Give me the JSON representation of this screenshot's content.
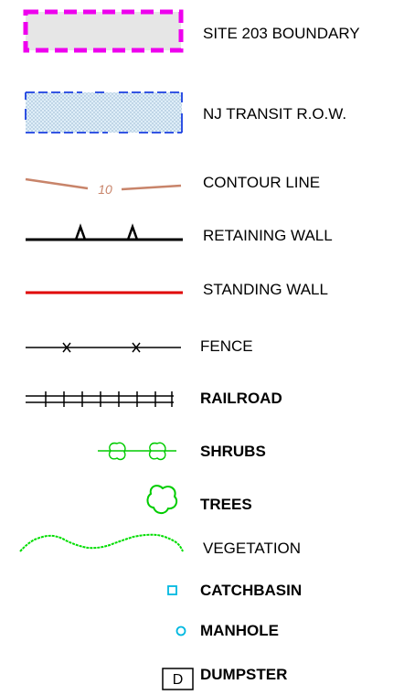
{
  "legend": {
    "items": [
      {
        "key": "site-boundary",
        "label": "SITE 203 BOUNDARY",
        "bold": false
      },
      {
        "key": "nj-transit-row",
        "label": "NJ TRANSIT R.O.W.",
        "bold": false
      },
      {
        "key": "contour-line",
        "label": "CONTOUR LINE",
        "bold": false,
        "sample_text": "10"
      },
      {
        "key": "retaining-wall",
        "label": "RETAINING WALL",
        "bold": false
      },
      {
        "key": "standing-wall",
        "label": "STANDING WALL",
        "bold": false
      },
      {
        "key": "fence",
        "label": "FENCE",
        "bold": false
      },
      {
        "key": "railroad",
        "label": "RAILROAD",
        "bold": true
      },
      {
        "key": "shrubs",
        "label": "SHRUBS",
        "bold": true
      },
      {
        "key": "trees",
        "label": "TREES",
        "bold": true
      },
      {
        "key": "vegetation",
        "label": "VEGETATION",
        "bold": false
      },
      {
        "key": "catchbasin",
        "label": "CATCHBASIN",
        "bold": true
      },
      {
        "key": "manhole",
        "label": "MANHOLE",
        "bold": true
      },
      {
        "key": "dumpster",
        "label": "DUMPSTER",
        "bold": true,
        "sample_text": "D"
      }
    ]
  },
  "colors": {
    "site_boundary": "#ee00ee",
    "site_fill": "#e6e6e6",
    "row_line": "#1a3fe0",
    "row_fill": "#d8e8f4",
    "contour": "#c8846a",
    "retaining": "#000000",
    "standing": "#e00000",
    "fence": "#000000",
    "railroad": "#000000",
    "shrubs": "#00cc00",
    "trees": "#00cc00",
    "vegetation": "#00dd00",
    "catchbasin": "#00b8e0",
    "manhole": "#00b8e0",
    "dumpster": "#000000"
  }
}
